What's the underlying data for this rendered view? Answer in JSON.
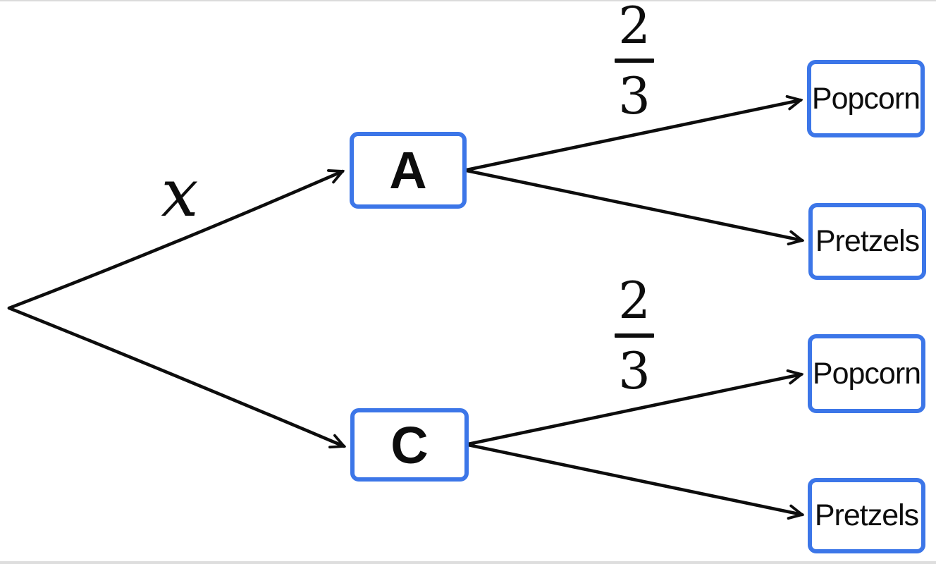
{
  "diagram": {
    "type": "probability-tree-diagram",
    "colors": {
      "box_border": "#3C76E8",
      "line": "#0d0d0d",
      "text": "#0d0d0d",
      "background": "#ffffff"
    },
    "root_branch_label": "x",
    "nodes": {
      "a": {
        "label": "A"
      },
      "c": {
        "label": "C"
      }
    },
    "fractions": {
      "a_popcorn": {
        "numerator": "2",
        "denominator": "3"
      },
      "c_popcorn": {
        "numerator": "2",
        "denominator": "3"
      }
    },
    "leaves": {
      "a_popcorn": {
        "label": "Popcorn"
      },
      "a_pretzels": {
        "label": "Pretzels"
      },
      "c_popcorn": {
        "label": "Popcorn"
      },
      "c_pretzels": {
        "label": "Pretzels"
      }
    }
  }
}
